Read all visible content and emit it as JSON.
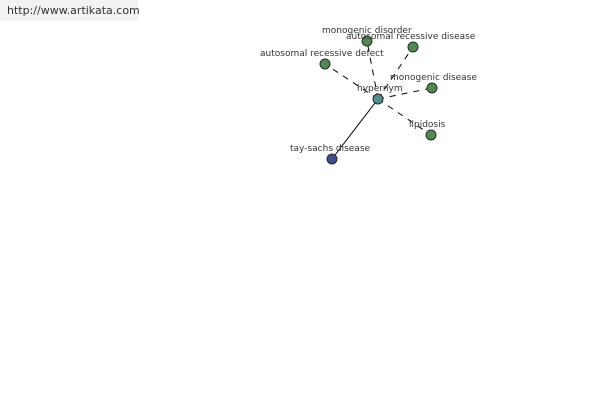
{
  "header": {
    "url": "http://www.artikata.com"
  },
  "graph": {
    "colors": {
      "edge": "#000000",
      "leaf": "#4f8a4f",
      "center": "#4f8f8f",
      "hyponym": "#3e4f8c",
      "stroke": "#2a2a2a"
    },
    "center": {
      "label": "hypernym"
    },
    "nodes": [
      {
        "label": "monogenic disorder",
        "edge": "dashed",
        "kind": "leaf"
      },
      {
        "label": "autosomal recessive disease",
        "edge": "dashed",
        "kind": "leaf"
      },
      {
        "label": "autosomal recessive defect",
        "edge": "dashed",
        "kind": "leaf"
      },
      {
        "label": "monogenic disease",
        "edge": "dashed",
        "kind": "leaf"
      },
      {
        "label": "lipidosis",
        "edge": "dashed",
        "kind": "leaf"
      },
      {
        "label": "tay-sachs disease",
        "edge": "solid",
        "kind": "hyponym"
      }
    ]
  }
}
